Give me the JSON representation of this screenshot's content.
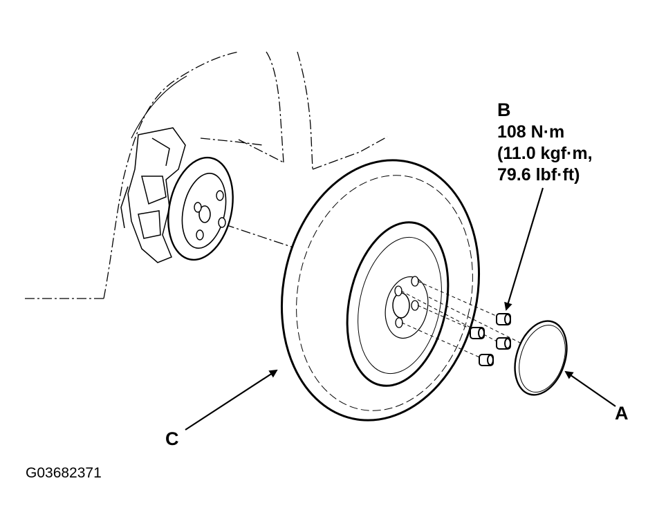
{
  "labels": {
    "a": "A",
    "b": "B",
    "c": "C"
  },
  "torque": {
    "line1": "108 N·m",
    "line2": "(11.0 kgf·m,",
    "line3": "79.6 lbf·ft)"
  },
  "figure_id": "G03682371",
  "parts": {
    "a": "wheel-cap",
    "b": "wheel-nut",
    "c": "wheel"
  }
}
